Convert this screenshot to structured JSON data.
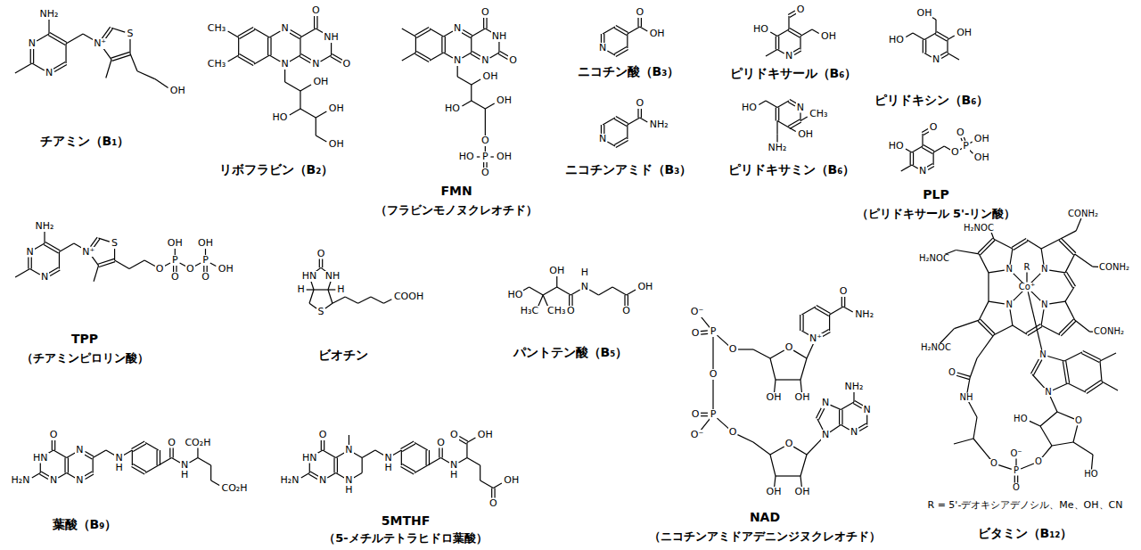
{
  "diagram": {
    "labels": [
      "チアミン（B₁）",
      "リボフラビン（B₂）",
      "FMN",
      "（フラビンモノヌクレオチド）",
      "ニコチン酸（B₃）",
      "ニコチンアミド（B₃）",
      "ピリドキサール（B₆）",
      "ピリドキサミン（B₆）",
      "ピリドキシン（B₆）",
      "PLP",
      "（ピリドキサール 5'-リン酸）",
      "TPP",
      "（チアミンピロリン酸）",
      "ビオチン",
      "パントテン酸（B₅）",
      "NAD",
      "（ニコチンアミドアデニンジヌクレオチド）",
      "葉酸（B₉）",
      "5MTHF",
      "（5-メチルテトラヒドロ葉酸）",
      "R = 5'-デオキシアデノシル、Me、OH、CN",
      "ビタミン（B₁₂）",
      "N",
      "N",
      "NH₂",
      "N⁺",
      "S",
      "OH",
      "N",
      "N",
      "NH",
      "N",
      "O",
      "O",
      "CH₃",
      "CH₃",
      "OH",
      "OH",
      "HO",
      "OH",
      "N",
      "N",
      "NH",
      "N",
      "O",
      "O",
      "O",
      "OH",
      "HO",
      "OH",
      "P",
      "HO",
      "OH",
      "O",
      "N",
      "O",
      "OH",
      "N",
      "O",
      "NH₂",
      "N",
      "O",
      "HO",
      "OH",
      "N",
      "OH",
      "OH",
      "HO",
      "N",
      "CH₃",
      "OH",
      "NH₂",
      "HO",
      "N",
      "O",
      "HO",
      "O",
      "P",
      "O",
      "OH",
      "OH",
      "N",
      "N",
      "NH₂",
      "N⁺",
      "S",
      "O",
      "P",
      "OH",
      "O",
      "O",
      "P",
      "OH",
      "O",
      "OH",
      "NH",
      "HN",
      "O",
      "S",
      "H",
      "H",
      "COOH",
      "HO",
      "H₃C",
      "CH₃",
      "OH",
      "O",
      "N",
      "H",
      "O",
      "OH",
      "N",
      "HN",
      "N",
      "N",
      "O",
      "H₂N",
      "N",
      "H",
      "O",
      "N",
      "H",
      "CO₂H",
      "CO₂H",
      "N",
      "HN",
      "N",
      "N",
      "O",
      "H₂N",
      "N",
      "H",
      "O",
      "N",
      "H",
      "O",
      "OH",
      "O",
      "OH",
      "H",
      "N⁺",
      "O",
      "NH₂",
      "O",
      "OH",
      "OH",
      "O",
      "P",
      "O⁻",
      "O",
      "O",
      "P",
      "O",
      "O⁻",
      "O",
      "O",
      "OH",
      "OH",
      "N",
      "N",
      "N",
      "N",
      "NH₂",
      "R",
      "Co⁺",
      "N",
      "N",
      "N",
      "N",
      "H₂NOC",
      "CONH₂",
      "H₂NOC",
      "CONH₂",
      "H₂NOC",
      "CONH₂",
      "O",
      "NH",
      "O",
      "P",
      "O",
      "O⁻",
      "O",
      "N",
      "N",
      "O",
      "HO",
      "HO"
    ]
  }
}
